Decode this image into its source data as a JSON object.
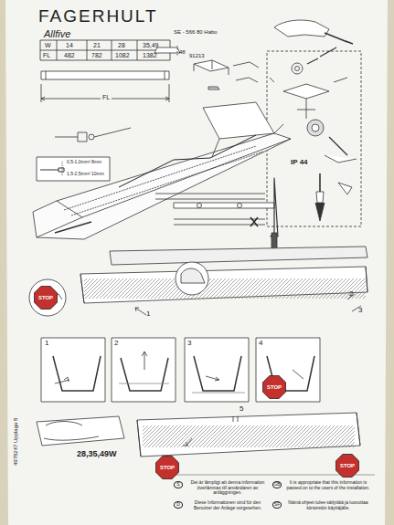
{
  "diagram": {
    "title": "FAGERHULT",
    "nodes": [
      {
        "text": [
          "STOP"
        ]
      },
      {
        "text": [
          "STOP"
        ]
      },
      {
        "text": [
          "STOP"
        ]
      },
      {
        "text": [
          "STOP"
        ]
      }
    ],
    "labels": [
      "Allfive",
      "SE - 566 80 Habo",
      "W",
      "14",
      "21",
      "28",
      "35,49",
      "FL",
      "482",
      "782",
      "1082",
      "1382",
      "FL",
      "48",
      "91213",
      "IP 44",
      "0,5-1,0mm²",
      "8mm",
      "1,5-2,5mm²",
      "10mm",
      "1",
      "2",
      "3",
      "1",
      "2",
      "3",
      "4",
      "5",
      "28,35,49W",
      "4978247 Upplaga 8",
      "S",
      "Det är lämpligt att denna information överlämnas till användaren av anläggningen.",
      "D",
      "Diese Informationen sind für den Benutzer der Anlage vorgesehen.",
      "GB",
      "It is appropriate that this information is passed on to the users of the installation.",
      "SF",
      "Nämä ohjeet tulee säilyttää ja luovuttaa kiinteistön käyttäjälle."
    ]
  }
}
